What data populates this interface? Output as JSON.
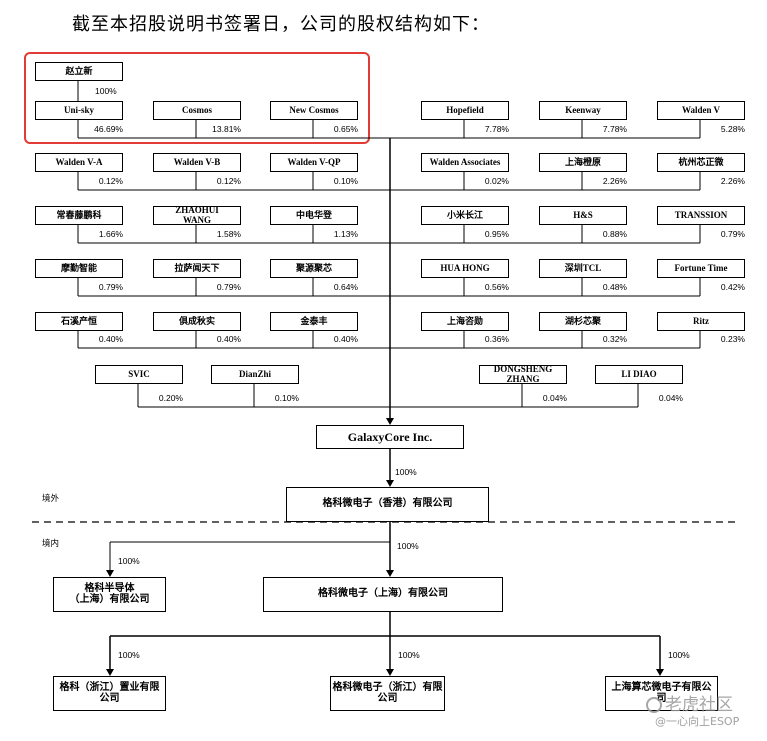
{
  "heading": "截至本招股说明书签署日，公司的股权结构如下：",
  "top_owner": {
    "name": "赵立新",
    "pct": "100%"
  },
  "shareholders": [
    {
      "name": "Uni-sky",
      "pct": "46.69%"
    },
    {
      "name": "Cosmos",
      "pct": "13.81%"
    },
    {
      "name": "New Cosmos",
      "pct": "0.65%"
    },
    {
      "name": "Hopefield",
      "pct": "7.78%"
    },
    {
      "name": "Keenway",
      "pct": "7.78%"
    },
    {
      "name": "Walden V",
      "pct": "5.28%"
    },
    {
      "name": "Walden V-A",
      "pct": "0.12%"
    },
    {
      "name": "Walden V-B",
      "pct": "0.12%"
    },
    {
      "name": "Walden V-QP",
      "pct": "0.10%"
    },
    {
      "name": "Walden Associates",
      "pct": "0.02%"
    },
    {
      "name": "上海橙原",
      "pct": "2.26%"
    },
    {
      "name": "杭州芯正微",
      "pct": "2.26%"
    },
    {
      "name": "常春藤鹏科",
      "pct": "1.66%"
    },
    {
      "name": "ZHAOHUI\nWANG",
      "pct": "1.58%"
    },
    {
      "name": "中电华登",
      "pct": "1.13%"
    },
    {
      "name": "小米长江",
      "pct": "0.95%"
    },
    {
      "name": "H&S",
      "pct": "0.88%"
    },
    {
      "name": "TRANSSION",
      "pct": "0.79%"
    },
    {
      "name": "摩勤智能",
      "pct": "0.79%"
    },
    {
      "name": "拉萨闻天下",
      "pct": "0.79%"
    },
    {
      "name": "聚源聚芯",
      "pct": "0.64%"
    },
    {
      "name": "HUA HONG",
      "pct": "0.56%"
    },
    {
      "name": "深圳TCL",
      "pct": "0.48%"
    },
    {
      "name": "Fortune Time",
      "pct": "0.42%"
    },
    {
      "name": "石溪产恒",
      "pct": "0.40%"
    },
    {
      "name": "俱成秋实",
      "pct": "0.40%"
    },
    {
      "name": "金泰丰",
      "pct": "0.40%"
    },
    {
      "name": "上海咨勋",
      "pct": "0.36%"
    },
    {
      "name": "湖杉芯聚",
      "pct": "0.32%"
    },
    {
      "name": "Ritz",
      "pct": "0.23%"
    },
    {
      "name": "SVIC",
      "pct": "0.20%"
    },
    {
      "name": "DianZhi",
      "pct": "0.10%"
    },
    {
      "name": "DONGSHENG\nZHANG",
      "pct": "0.04%"
    },
    {
      "name": "LI DIAO",
      "pct": "0.04%"
    }
  ],
  "company": {
    "name": "GalaxyCore Inc.",
    "pct_down": "100%"
  },
  "hk_sub": {
    "name": "格科微电子（香港）有限公司"
  },
  "region": {
    "overseas": "境外",
    "domestic": "境内"
  },
  "domestic": {
    "semi": {
      "name": "格科半导体\n（上海）有限公司",
      "pct": "100%"
    },
    "sh": {
      "name": "格科微电子（上海）有限公司",
      "pct": "100%"
    },
    "zj_estate": {
      "name": "格科（浙江）置业有限\n公司",
      "pct": "100%"
    },
    "zj_micro": {
      "name": "格科微电子（浙江）有限\n公司",
      "pct": "100%"
    },
    "suanxin": {
      "name": "上海算芯微电子有限公\n司",
      "pct": "100%"
    }
  },
  "watermark": {
    "line1": "老虎社区",
    "line2": "@一心向上ESOP"
  }
}
